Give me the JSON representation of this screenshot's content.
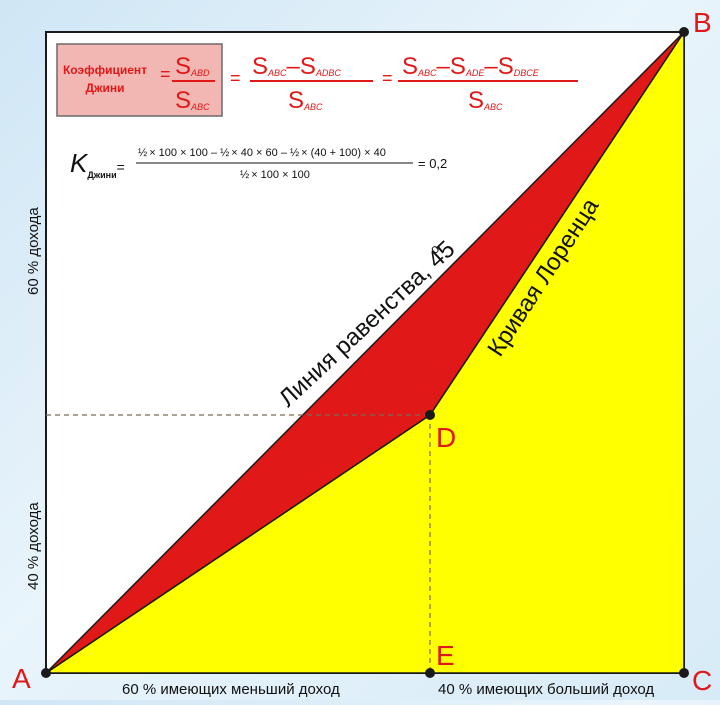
{
  "points": {
    "a": "A",
    "b": "B",
    "c": "C",
    "d": "D",
    "e": "E"
  },
  "labels": {
    "equality_line": "Линия равенства, 45",
    "degree": "o",
    "lorenz_curve": "Кривая Лоренца"
  },
  "axes": {
    "bottom_left": "60 % имеющих меньший доход",
    "bottom_right": "40 % имеющих больший доход",
    "left_top": "60 % дохода",
    "left_bottom": "40 % дохода"
  },
  "formula": {
    "box_line1": "Коэффициент",
    "box_line2": "Джини",
    "S": "S",
    "sub_abd": "ABD",
    "sub_abc": "ABC",
    "sub_adbc": "ADBC",
    "sub_ade": "ADE",
    "sub_dbce": "DBCE",
    "minus": "–",
    "equals": "=",
    "k": "K",
    "k_sub": "Джини",
    "half": "½",
    "num_part1": "× 100 × 100 –",
    "num_part2": "× 40 × 60 –",
    "num_part3": "× (40 + 100) × 40",
    "den": "× 100 × 100",
    "result": "= 0,2"
  },
  "colors": {
    "gini_area": "#e01818",
    "lorenz_area": "#ffff00",
    "frame": "#1a1a1a",
    "point_label": "#e01818",
    "guide": "#7a6a55"
  }
}
